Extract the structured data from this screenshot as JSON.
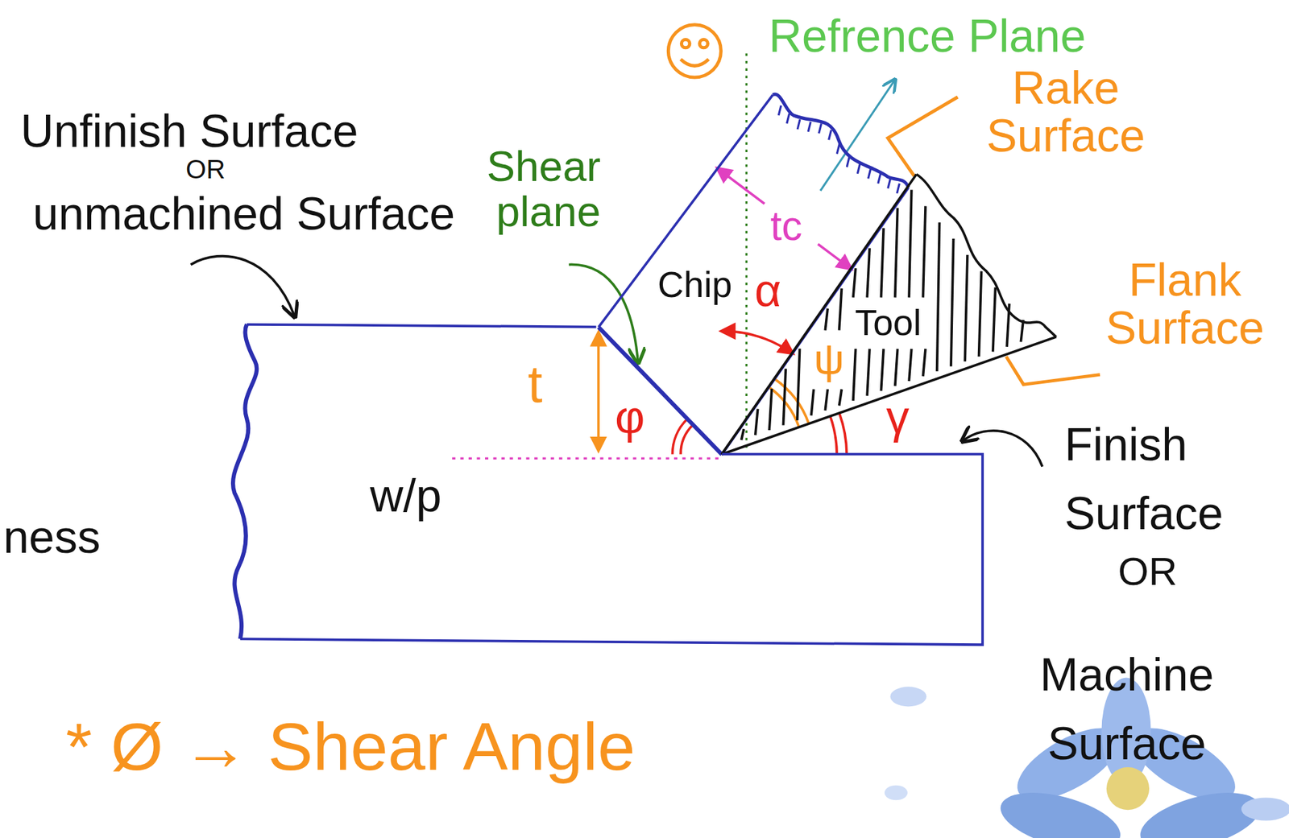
{
  "diagram": {
    "nodes": [
      {
        "text": [
          "Chip"
        ]
      },
      {
        "text": [
          "Tool"
        ]
      },
      {
        "text": [
          "w/p"
        ]
      }
    ],
    "labels": [
      "Unfinish Surface",
      "OR",
      "unmachined Surface",
      "Shear plane",
      "Refrence Plane",
      "Rake Surface",
      "tc",
      "α",
      "t",
      "φ",
      "ψ",
      "Flank Surface",
      "γ",
      "Finish Surface",
      "OR",
      "Machine Surface",
      "ness",
      "* Ø → Shear Angle"
    ]
  }
}
